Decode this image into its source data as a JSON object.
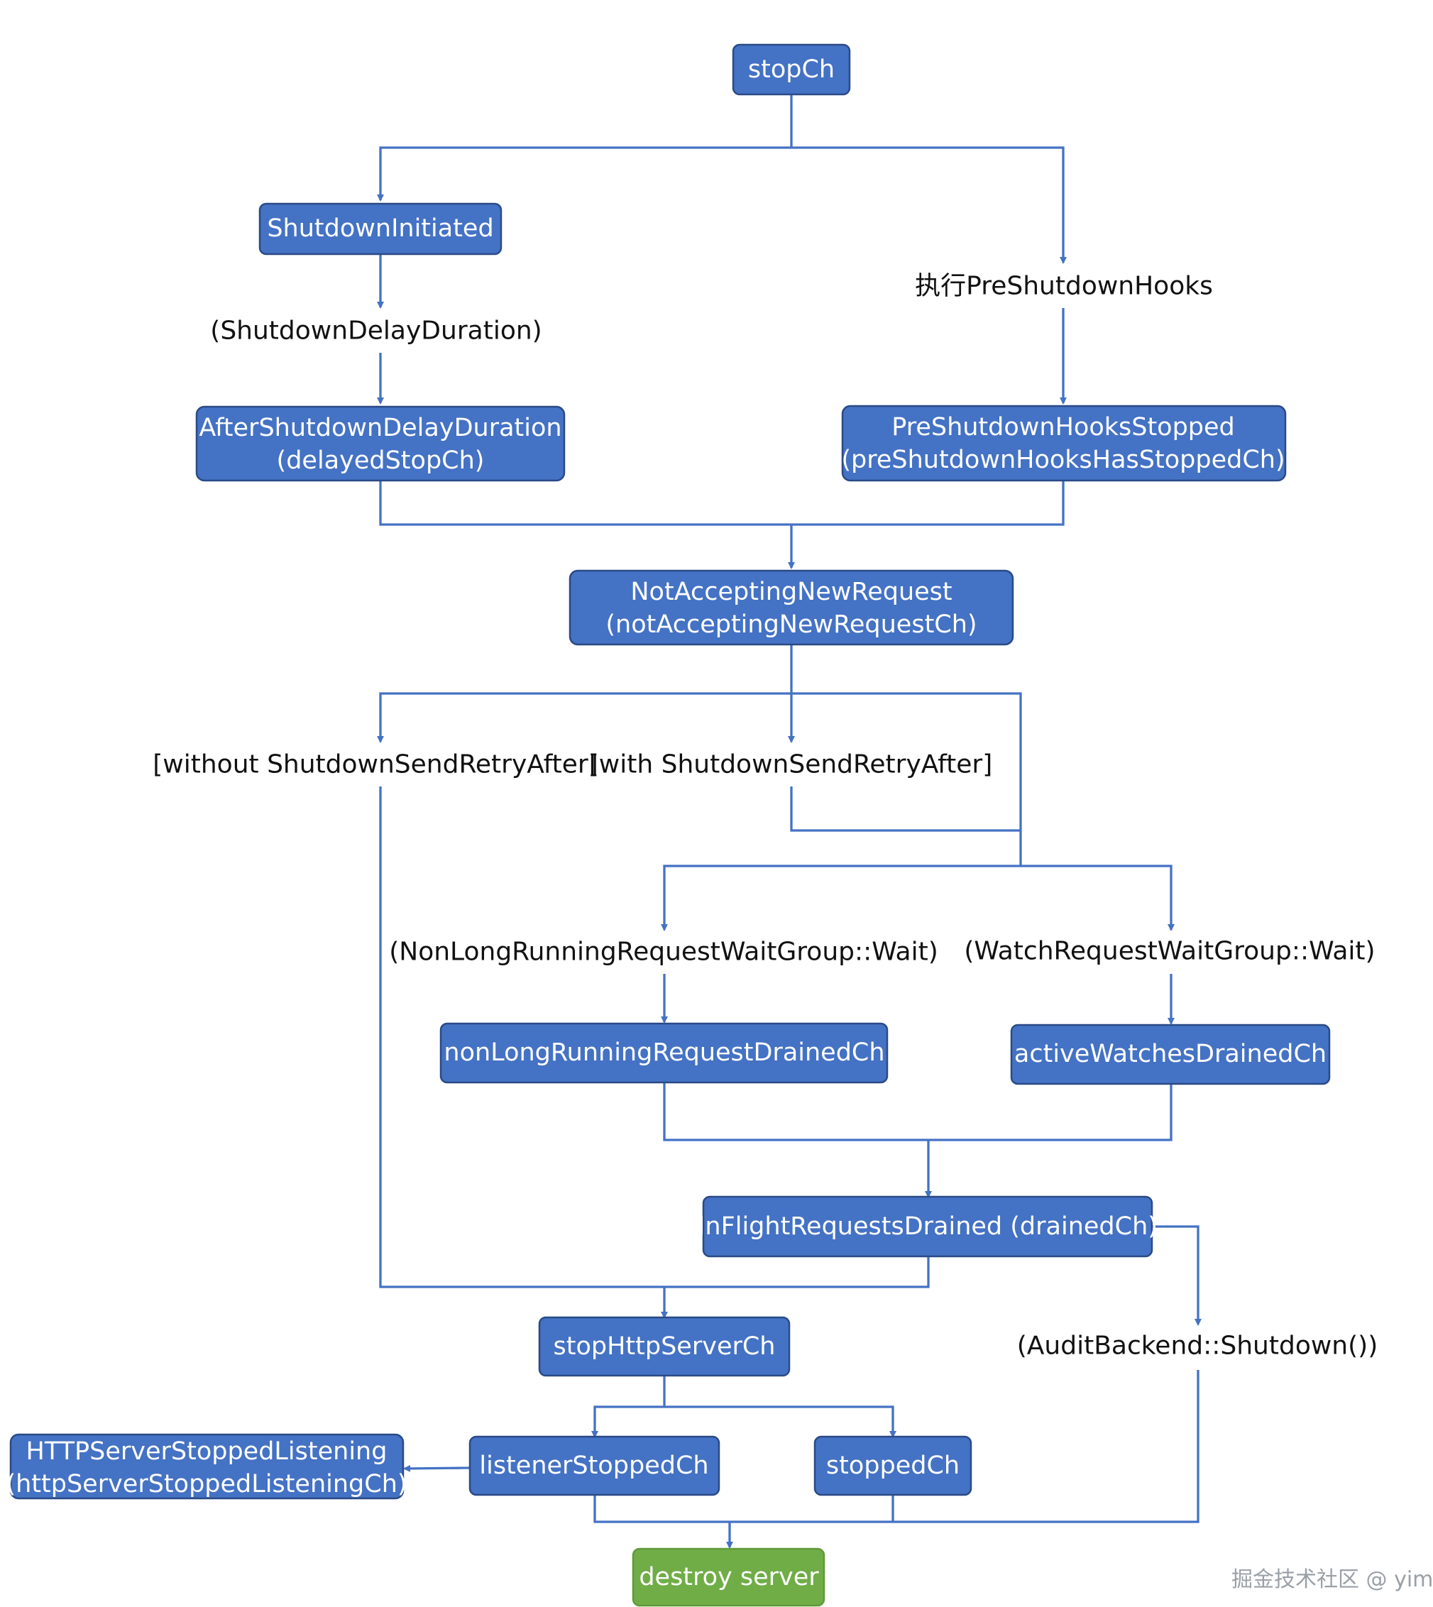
{
  "colors": {
    "node_fill": "#4472c4",
    "node_border": "#2a4a86",
    "terminal_fill": "#70ad47",
    "edge": "#4472c4",
    "label_text": "#111111"
  },
  "nodes": {
    "stopCh": "stopCh",
    "shutdownInitiated": "ShutdownInitiated",
    "afterShutdownDelay_line1": "AfterShutdownDelayDuration",
    "afterShutdownDelay_line2": "(delayedStopCh)",
    "preShutdownHooksStopped_line1": "PreShutdownHooksStopped",
    "preShutdownHooksStopped_line2": "(preShutdownHooksHasStoppedCh)",
    "notAccepting_line1": "NotAcceptingNewRequest",
    "notAccepting_line2": "(notAcceptingNewRequestCh)",
    "nonLongRunningDrained": "nonLongRunningRequestDrainedCh",
    "activeWatchesDrained": "activeWatchesDrainedCh",
    "inFlightDrained": "InFlightRequestsDrained (drainedCh)",
    "stopHttpServer": "stopHttpServerCh",
    "httpServerStopped_line1": "HTTPServerStoppedListening",
    "httpServerStopped_line2": "(httpServerStoppedListeningCh)",
    "listenerStopped": "listenerStoppedCh",
    "stopped": "stoppedCh",
    "destroyServer": "destroy server"
  },
  "labels": {
    "preShutdownHooks": "执行PreShutdownHooks",
    "shutdownDelay": "(ShutdownDelayDuration)",
    "withoutRetryAfter": "[without ShutdownSendRetryAfter]",
    "withRetryAfter": "[with ShutdownSendRetryAfter]",
    "nonLongRunningWait": "(NonLongRunningRequestWaitGroup::Wait)",
    "watchRequestWait": "(WatchRequestWaitGroup::Wait)",
    "auditShutdown": "(AuditBackend::Shutdown())"
  },
  "watermark": "掘金技术社区 @ yimi"
}
